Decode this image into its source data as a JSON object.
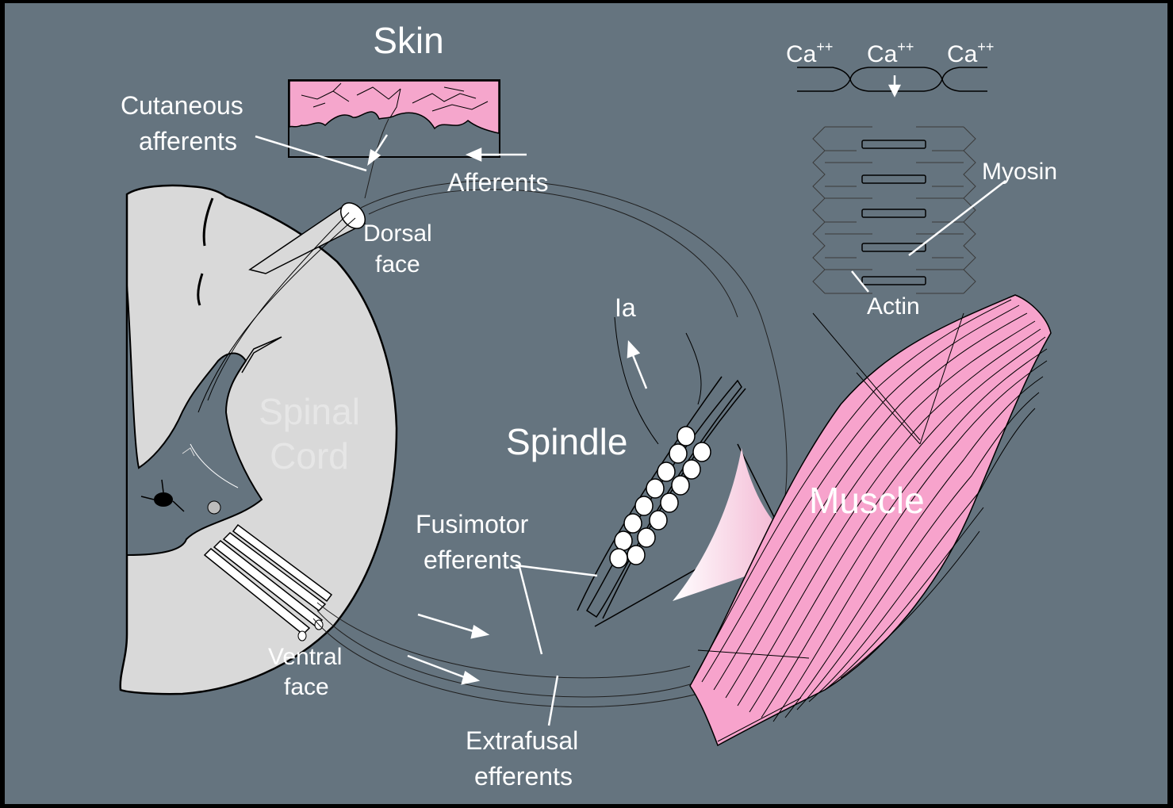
{
  "labels": {
    "skin": "Skin",
    "cutaneous_afferents_1": "Cutaneous",
    "cutaneous_afferents_2": "afferents",
    "afferents": "Afferents",
    "dorsal_face_1": "Dorsal",
    "dorsal_face_2": "face",
    "spinal_cord_1": "Spinal",
    "spinal_cord_2": "Cord",
    "ventral_face_1": "Ventral",
    "ventral_face_2": "face",
    "ia": "Ia",
    "spindle": "Spindle",
    "fusimotor_efferents_1": "Fusimotor",
    "fusimotor_efferents_2": "efferents",
    "extrafusal_efferents_1": "Extrafusal",
    "extrafusal_efferents_2": "efferents",
    "muscle": "Muscle",
    "myosin": "Myosin",
    "actin": "Actin",
    "ca_base": "Ca",
    "ca_charge": "++"
  },
  "colors": {
    "background": "#65747f",
    "skin_pink": "#f5a6cc",
    "muscle_pink": "#f7a3cc",
    "spinal_cord_gray": "#d9d9d9",
    "label_white": "#ffffff"
  }
}
